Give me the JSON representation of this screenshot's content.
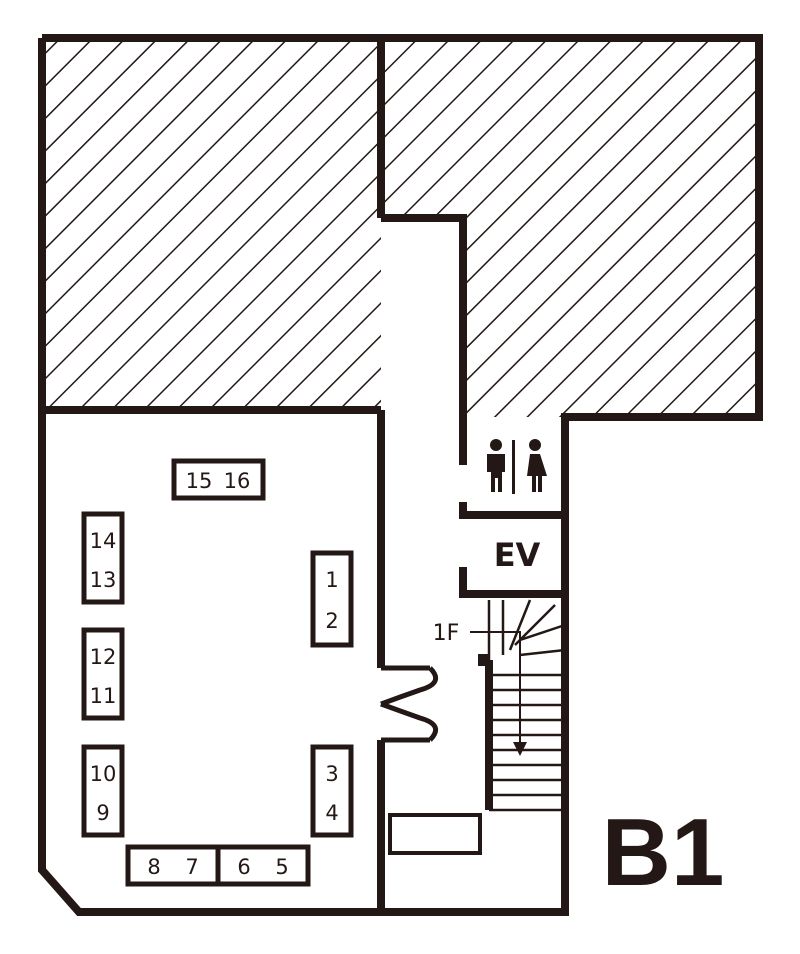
{
  "floor_label": "B1",
  "stairs_label": "1F",
  "elevator_label": "EV",
  "restroom_icon": "restroom-icon",
  "colors": {
    "line": "#231815",
    "background": "#ffffff"
  },
  "booths": {
    "b15_16": [
      "15",
      "16"
    ],
    "b14_13": [
      "14",
      "13"
    ],
    "b12_11": [
      "12",
      "11"
    ],
    "b10_9": [
      "10",
      "9"
    ],
    "b1_2": [
      "1",
      "2"
    ],
    "b3_4": [
      "3",
      "4"
    ],
    "b8_7": [
      "8",
      "7"
    ],
    "b6_5": [
      "6",
      "5"
    ]
  }
}
